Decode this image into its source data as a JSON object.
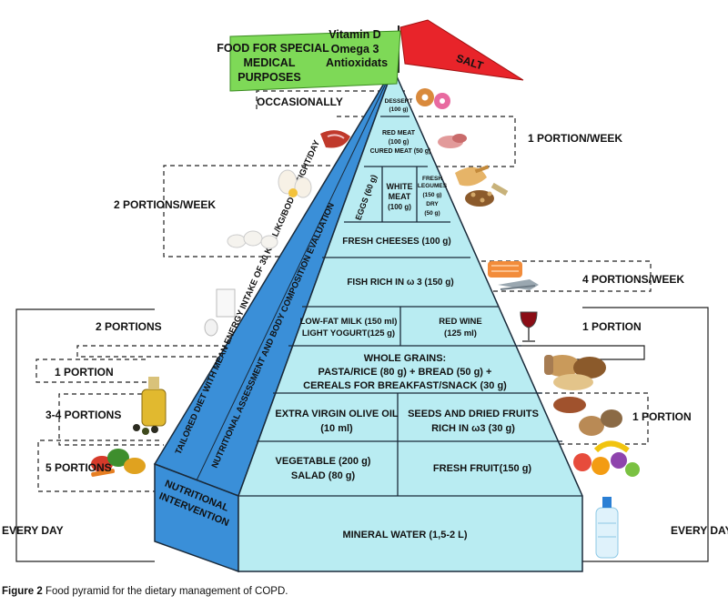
{
  "flags": {
    "green_left": "FOOD FOR SPECIAL",
    "green_left2": "MEDICAL",
    "green_left3": "PURPOSES",
    "green_right": "Vitamin D",
    "green_right2": "Omega 3",
    "green_right3": "Antioxidats",
    "red": "SALT"
  },
  "frequencies": {
    "occasionally": "OCCASIONALLY",
    "one_portion_week": "1 PORTION/WEEK",
    "two_portions_week": "2 PORTIONS/WEEK",
    "four_portions_week": "4 PORTIONS/WEEK",
    "two_portions": "2 PORTIONS",
    "one_portion_left": "1 PORTION",
    "one_portion_right_milk": "1 PORTION",
    "three_four_portions": "3-4 PORTIONS",
    "one_portion_right_seeds": "1 PORTION",
    "five_portions": "5 PORTIONS",
    "every_day_left": "EVERY DAY",
    "every_day_right": "EVERY DAY"
  },
  "tiers": {
    "dessert": "DESSERT",
    "dessert_qty": "(100 g)",
    "red_meat": "RED MEAT",
    "red_meat_qty": "(100 g)",
    "cured_meat": "CURED MEAT (50 g)",
    "eggs": "EGGS (60 g)",
    "white_meat": "WHITE",
    "white_meat2": "MEAT",
    "white_meat_qty": "(100 g)",
    "legumes1": "FRESH",
    "legumes2": "LEGUMES",
    "legumes3": "(150 g)",
    "legumes4": "DRY",
    "legumes5": "(50 g)",
    "fresh_cheeses": "FRESH CHEESES (100 g)",
    "fish": "FISH RICH IN ω 3 (150 g)",
    "milk1": "LOW-FAT MILK (150 ml)",
    "milk2": "LIGHT YOGURT(125 g)",
    "wine1": "RED WINE",
    "wine2": "(125 ml)",
    "grains1": "WHOLE GRAINS:",
    "grains2": "PASTA/RICE (80 g) + BREAD (50 g) +",
    "grains3": "CEREALS FOR BREAKFAST/SNACK (30 g)",
    "oil1": "EXTRA VIRGIN OLIVE OIL",
    "oil2": "(10 ml)",
    "seeds1": "SEEDS AND DRIED FRUITS",
    "seeds2": "RICH IN ω3 (30 g)",
    "veg1": "VEGETABLE  (200 g)",
    "veg2": "SALAD (80 g)",
    "fruit": "FRESH FRUIT(150 g)",
    "water": "MINERAL WATER (1,5-2 L)"
  },
  "side": {
    "outer": "TAILORED DIET WITH MEAN ENERGY INTAKE OF 30 KCAL/KG/BODY WEIGHT/DAY",
    "inner": "NUTRITIONAL ASSESSMENT AND BODY COMPOSITION EVALUATION",
    "front1": "NUTRITIONAL",
    "front2": "INTERVENTION"
  },
  "caption": {
    "label": "Figure 2",
    "text": "Food pyramid for the dietary management of COPD."
  },
  "colors": {
    "pyramid_fill": "#b9ecf2",
    "side_blue": "#3a8fd8",
    "green_flag": "#7ed957",
    "red_flag": "#e8242a"
  }
}
